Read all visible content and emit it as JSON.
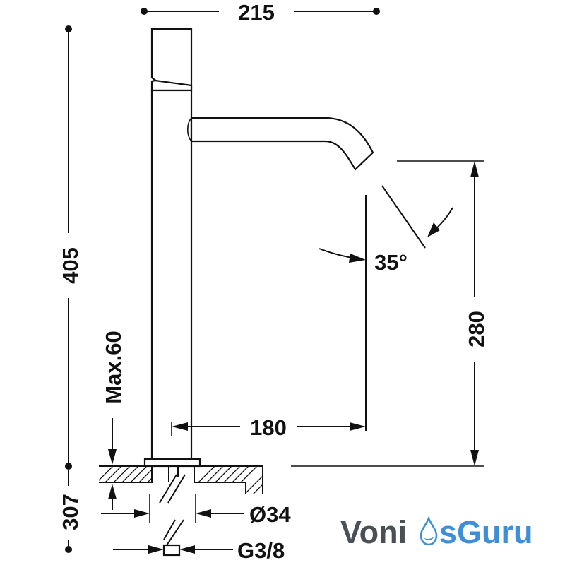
{
  "dimensions": {
    "overall_width": "215",
    "overall_height": "405",
    "spout_reach": "180",
    "spout_height": "280",
    "spray_angle": "35°",
    "max_counter_thickness": "Max.60",
    "below_counter_length": "307",
    "hole_diameter": "Ø34",
    "connection_thread": "G3/8"
  },
  "logo": {
    "text_left": "Voni",
    "text_right": "sGuru",
    "color_dark": "#4a4f55",
    "color_accent": "#3f8fd8"
  },
  "colors": {
    "line": "#111111",
    "background": "#ffffff"
  }
}
